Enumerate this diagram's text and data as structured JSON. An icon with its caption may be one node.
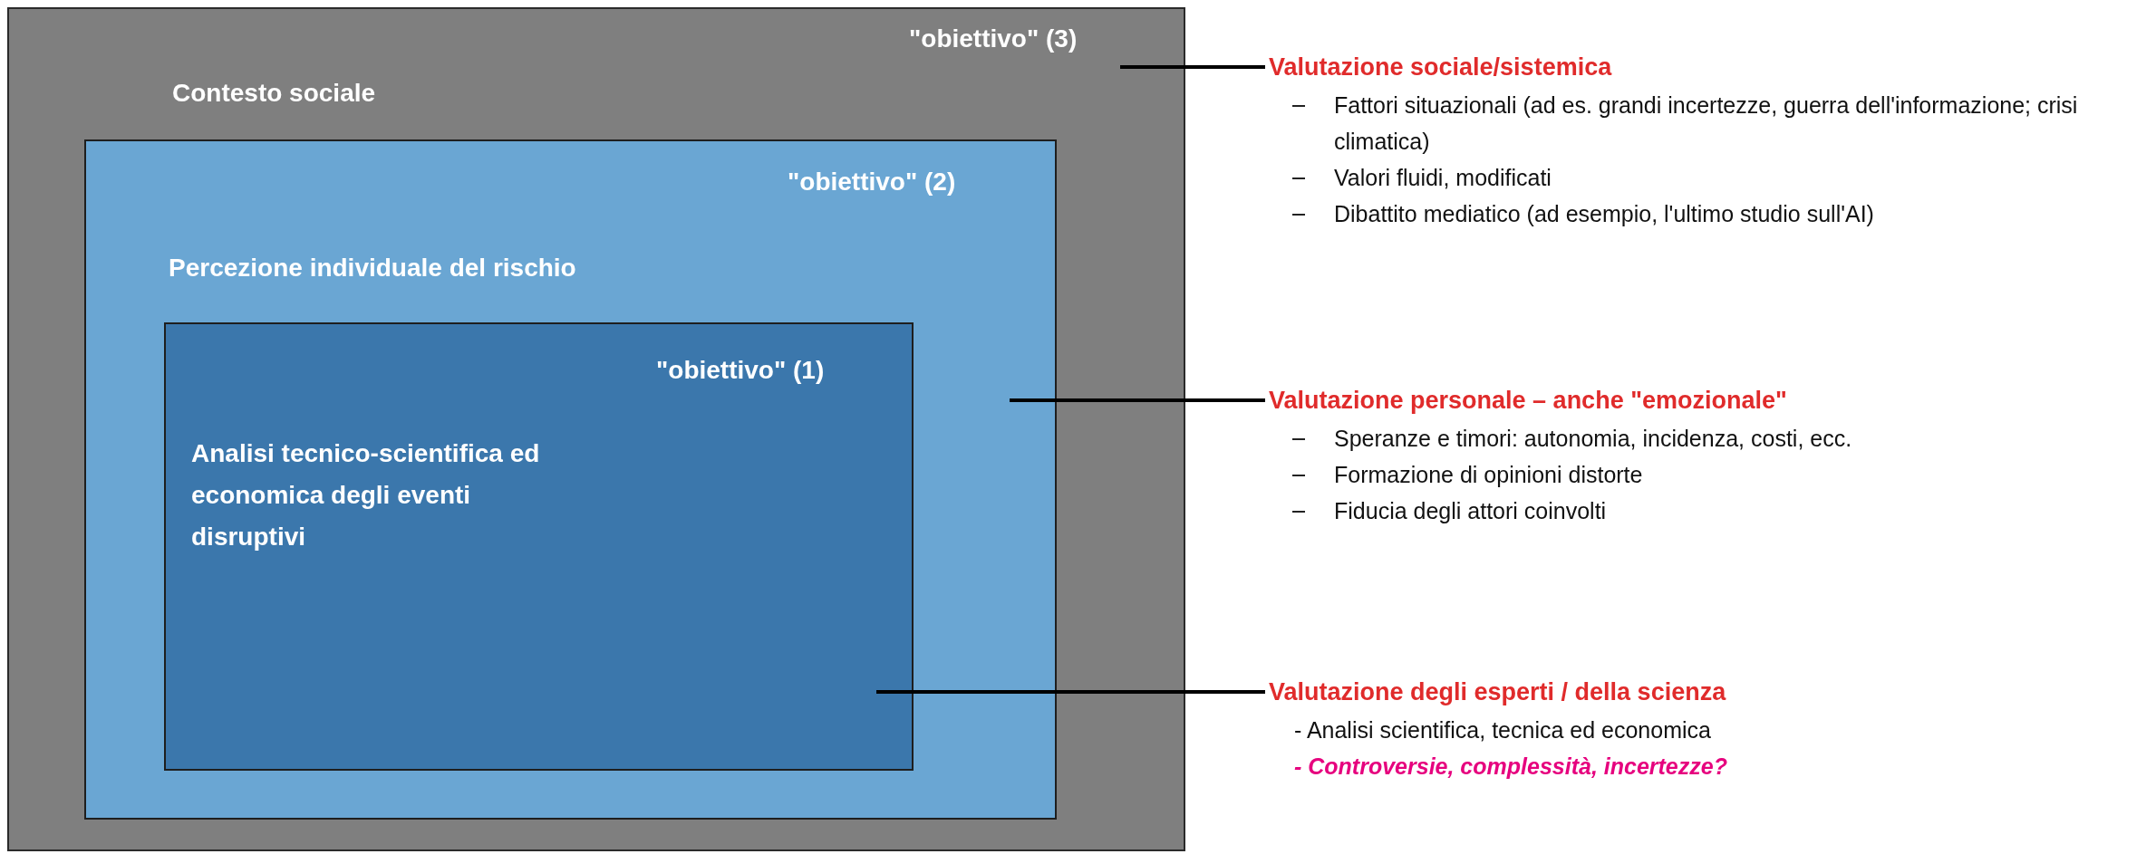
{
  "diagram": {
    "nodes": [
      {
        "text": [
          "\"obiettivo\" (3)",
          "Contesto sociale"
        ]
      },
      {
        "text": [
          "\"obiettivo\" (2)",
          "Percezione individuale del rischio"
        ],
        "in": 0
      },
      {
        "text": [
          "\"obiettivo\" (1)",
          "Analisi tecnico-scientifica ed economica degli eventi disruptivi"
        ],
        "in": 1
      },
      {
        "text": [
          "Valutazione sociale/sistemica",
          "Fattori situazionali (ad es. grandi incertezze, guerra dell'informazione; crisi climatica)",
          "Valori fluidi, modificati",
          "Dibattito mediatico (ad esempio, l'ultimo studio sull'AI)"
        ]
      },
      {
        "text": [
          "Valutazione personale – anche \"emozionale\"",
          "Speranze e timori: autonomia, incidenza, costi, ecc.",
          "Formazione di opinioni distorte",
          "Fiducia degli attori coinvolti"
        ]
      },
      {
        "text": [
          "Valutazione degli esperti / della scienza",
          "- Analisi scientifica, tecnica ed economica",
          "- Controversie, complessità, incertezze?"
        ]
      }
    ],
    "edges": [
      {
        "from": 0,
        "to": 3,
        "arrow": "none"
      },
      {
        "from": 1,
        "to": 4,
        "arrow": "none"
      },
      {
        "from": 2,
        "to": 5,
        "arrow": "none"
      }
    ]
  }
}
